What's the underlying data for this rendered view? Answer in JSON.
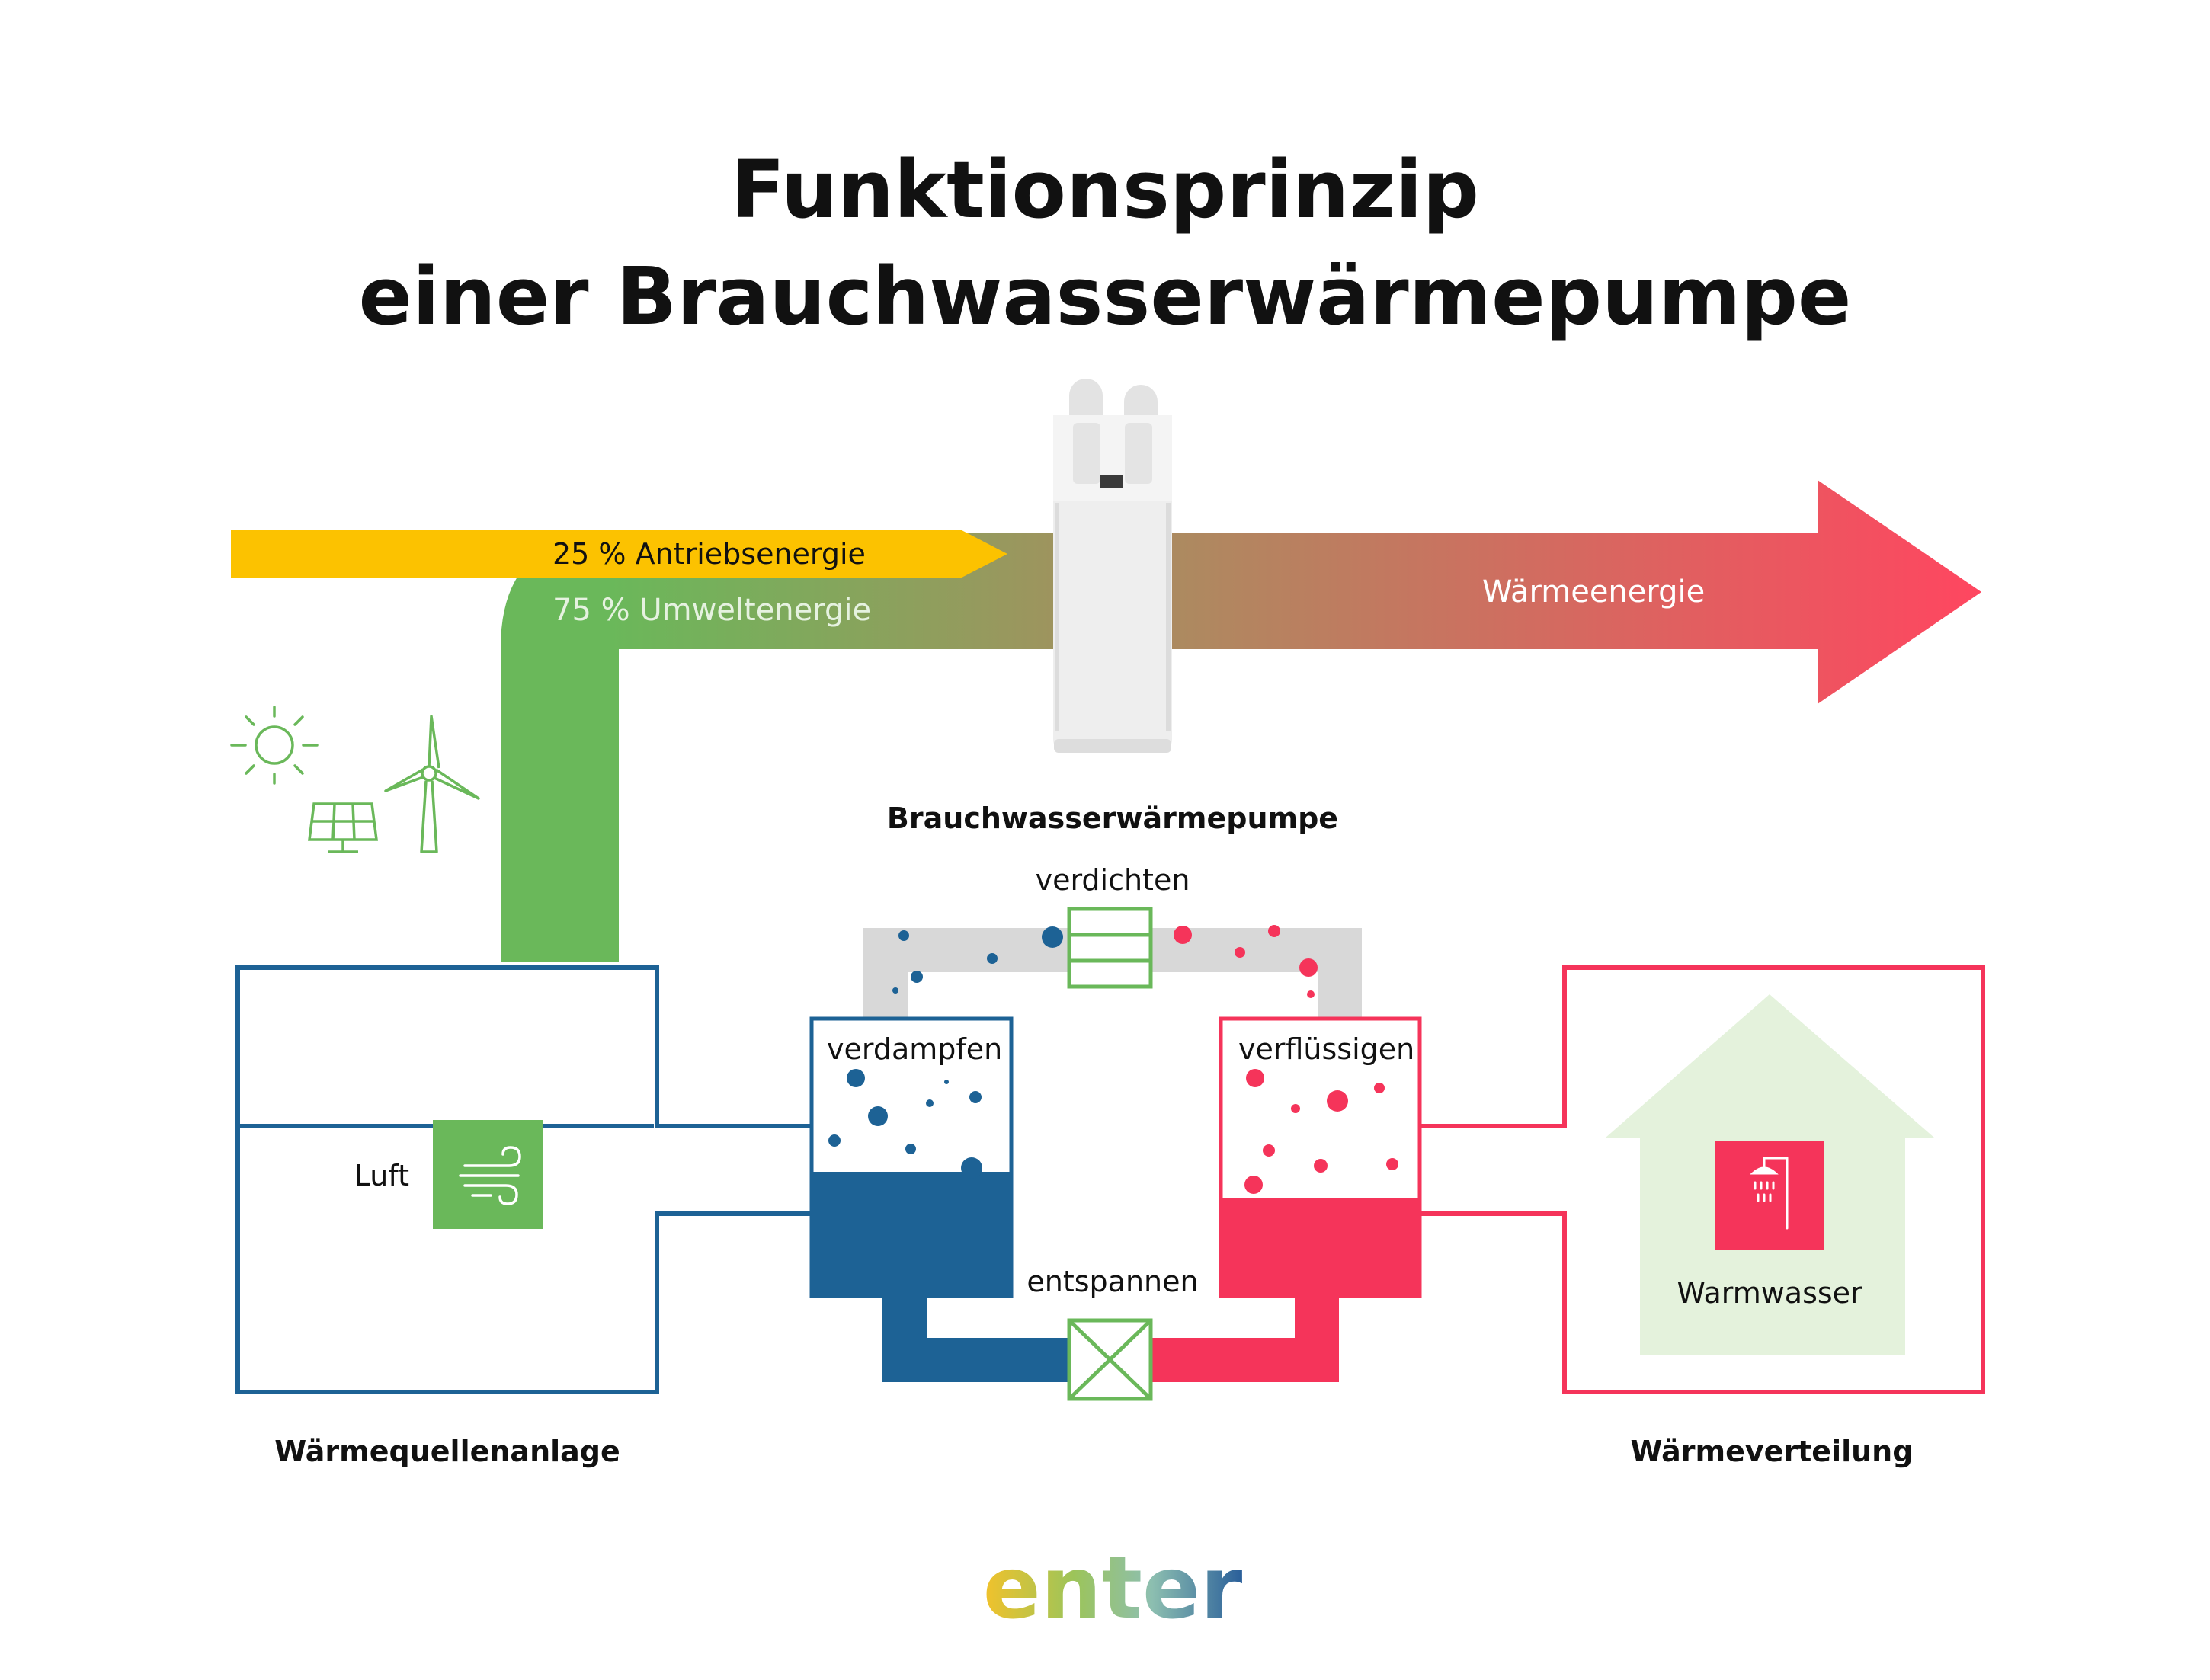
{
  "title": {
    "line1": "Funktionsprinzip",
    "line2": "einer Brauchwasserwärmepumpe"
  },
  "energy_flow": {
    "drive_energy_label": "25 % Antriebsenergie",
    "ambient_energy_label": "75 % Umweltenergie",
    "heat_energy_label": "Wärmeenergie"
  },
  "heat_pump": {
    "label": "Brauchwasserwärmepumpe"
  },
  "cycle": {
    "compress_label": "verdichten",
    "evaporate_label": "verdampfen",
    "condense_label": "verflüssigen",
    "expand_label": "entspannen"
  },
  "heat_source": {
    "label": "Wärmequellenanlage",
    "medium_label": "Luft"
  },
  "heat_distribution": {
    "label": "Wärmeverteilung",
    "use_label": "Warmwasser"
  },
  "logo": {
    "letters": [
      "e",
      "n",
      "t",
      "e",
      "r"
    ]
  },
  "icons": [
    "sun-icon",
    "solar-panel-icon",
    "wind-turbine-icon",
    "wind-icon",
    "shower-icon"
  ],
  "colors": {
    "drive_yellow": "#fcc200",
    "ambient_green": "#6ab85a",
    "heat_red": "#ff4660",
    "source_blue": "#1d6295",
    "sink_red": "#f5345a",
    "pipe_grey": "#d8d8d8",
    "house_green": "#e4f2dc"
  }
}
